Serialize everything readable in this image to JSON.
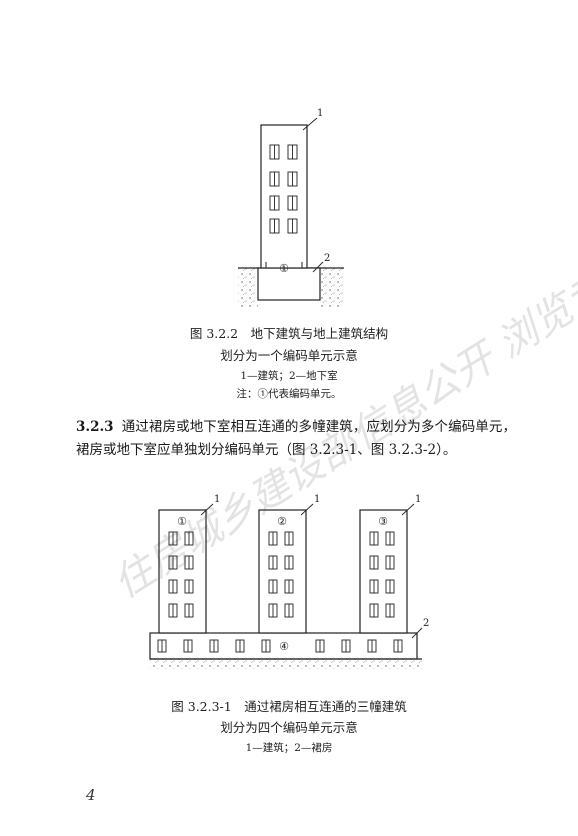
{
  "figure_1": {
    "callout_building": "1",
    "callout_basement": "2",
    "unit_mark": "①",
    "caption_title": "图 3.2.2　地下建筑与地上建筑结构",
    "caption_title_line2": "划分为一个编码单元示意",
    "legend": "1—建筑；2—地下室",
    "note": "注：①代表编码单元。"
  },
  "clause": {
    "number": "3.2.3",
    "text": "通过裙房或地下室相互连通的多幢建筑，应划分为多个编码单元，裙房或地下室应单独划分编码单元（图 3.2.3-1、图 3.2.3-2）。"
  },
  "figure_2": {
    "callout_building_1": "1",
    "callout_building_2": "1",
    "callout_building_3": "1",
    "callout_podium": "2",
    "unit_marks": [
      "①",
      "②",
      "③",
      "④"
    ],
    "caption_title": "图 3.2.3-1　通过裙房相互连通的三幢建筑",
    "caption_title_line2": "划分为四个编码单元示意",
    "legend": "1—建筑；2—裙房"
  },
  "page": {
    "number": "4"
  },
  "watermark": {
    "text": "住房城乡建设部信息公开 浏览专用"
  }
}
